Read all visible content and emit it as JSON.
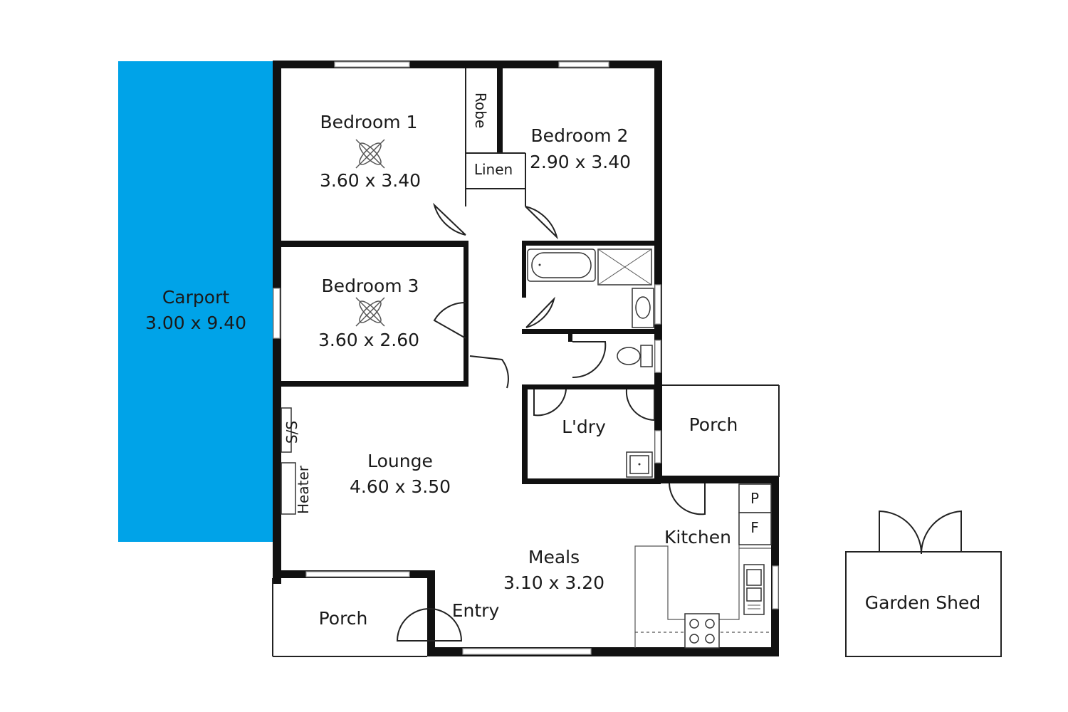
{
  "colors": {
    "carport_fill": "#00a3e8",
    "wall": "#111111",
    "line": "#222222",
    "window": "#d4d4d4"
  },
  "rooms": {
    "bedroom1": {
      "name": "Bedroom 1",
      "size": "3.60 x 3.40"
    },
    "bedroom2": {
      "name": "Bedroom 2",
      "size": "2.90 x 3.40"
    },
    "bedroom3": {
      "name": "Bedroom 3",
      "size": "3.60 x 2.60"
    },
    "carport": {
      "name": "Carport",
      "size": "3.00 x 9.40"
    },
    "lounge": {
      "name": "Lounge",
      "size": "4.60 x 3.50"
    },
    "meals": {
      "name": "Meals",
      "size": "3.10 x 3.20"
    },
    "robe": "Robe",
    "linen": "Linen",
    "laundry": "L'dry",
    "porch_side": "Porch",
    "porch_front": "Porch",
    "kitchen": "Kitchen",
    "entry": "Entry",
    "garden_shed": "Garden Shed",
    "pantry": "P",
    "fridge": "F",
    "ss": "S/S",
    "heater": "Heater"
  }
}
